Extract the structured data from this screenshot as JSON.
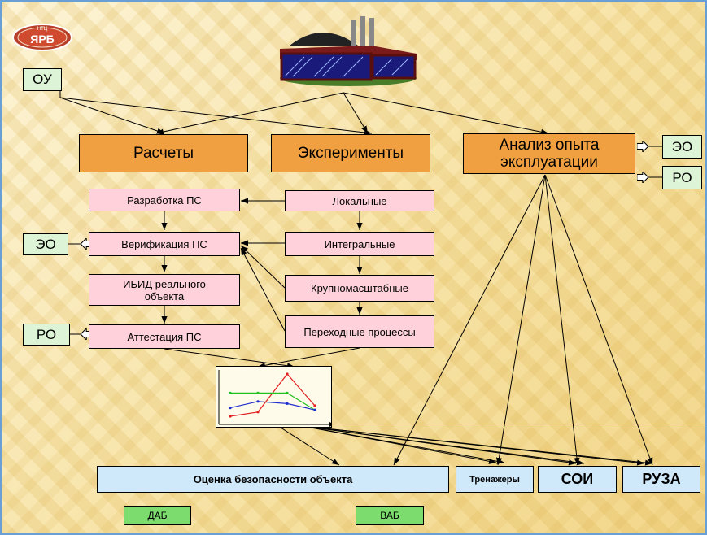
{
  "logo": {
    "text": "ЯРБ",
    "small": "НТЦ"
  },
  "labels": {
    "ou": "ОУ",
    "eo_right": "ЭО",
    "ro_right": "РО",
    "eo_left": "ЭО",
    "ro_left": "РО"
  },
  "headers": {
    "calc": "Расчеты",
    "exp": "Эксперименты",
    "ops_line1": "Анализ опыта",
    "ops_line2": "эксплуатации"
  },
  "calc_steps": {
    "dev": "Разработка ПС",
    "verif": "Верификация ПС",
    "ibid_line1": "ИБИД реального",
    "ibid_line2": "объекта",
    "cert": "Аттестация ПС"
  },
  "exp_steps": {
    "local": "Локальные",
    "integral": "Интегральные",
    "large": "Крупномасштабные",
    "trans": "Переходные процессы"
  },
  "outputs": {
    "safety": "Оценка безопасности объекта",
    "trainers": "Тренажеры",
    "soi": "СОИ",
    "ruza": "РУЗА",
    "dab": "ДАБ",
    "vab": "ВАБ"
  },
  "colors": {
    "header_fill": "#f0a040",
    "step_fill": "#ffd1da",
    "label_fill": "#ddf4d6",
    "output_fill": "#cfe9fb",
    "result_fill": "#7ddc6e",
    "frame": "#6a9fd6"
  },
  "graph_series": {
    "red": [
      0.0,
      0.1,
      1.0,
      0.25
    ],
    "green": [
      0.55,
      0.55,
      0.55,
      0.15
    ],
    "blue": [
      0.2,
      0.35,
      0.3,
      0.15
    ]
  }
}
